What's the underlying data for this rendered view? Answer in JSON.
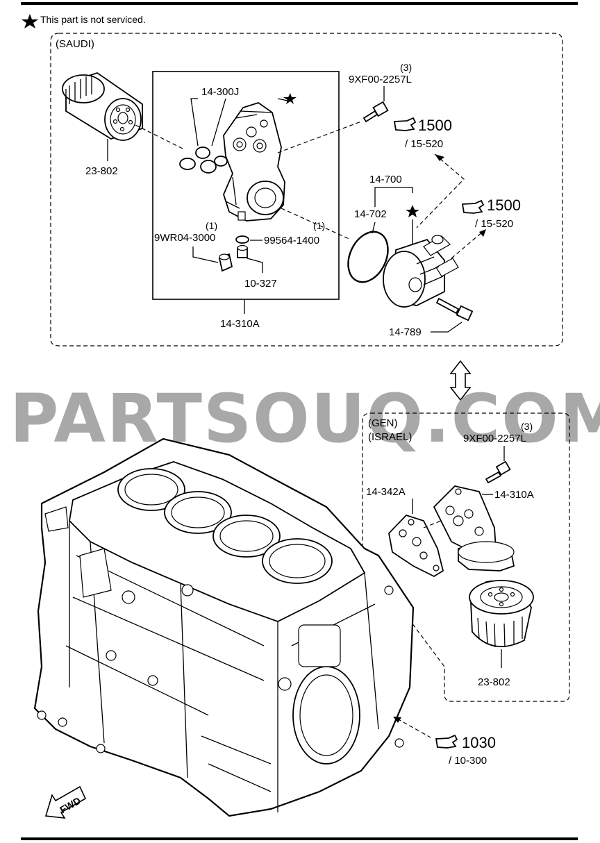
{
  "note": {
    "text": "This part is not serviced."
  },
  "saudi": {
    "region": "(SAUDI)",
    "labels": {
      "filter": "23-802",
      "gasket_set": "14-300J",
      "plug_qty": "(1)",
      "plug": "9WR04-3000",
      "washer_qty": "(1)",
      "washer": "99564-1400",
      "drain": "10-327",
      "housing": "14-310A",
      "bolt_qty": "(3)",
      "bolt": "9XF00-2257L",
      "cooler_assy": "14-700",
      "cooler_oring": "14-702",
      "cooler_bolt": "14-789",
      "ref1_num": "1500",
      "ref1_page": "/ 15-520",
      "ref2_num": "1500",
      "ref2_page": "/ 15-520"
    }
  },
  "gen": {
    "region1": "(GEN)",
    "region2": "(ISRAEL)",
    "labels": {
      "bolt_qty": "(3)",
      "bolt": "9XF00-2257L",
      "gasket": "14-342A",
      "housing": "14-310A",
      "filter": "23-802"
    }
  },
  "block_ref": {
    "num": "1030",
    "page": "/ 10-300"
  },
  "fwd": {
    "text": "FWD"
  },
  "watermark": {
    "text": "PARTSOUQ.COM"
  }
}
